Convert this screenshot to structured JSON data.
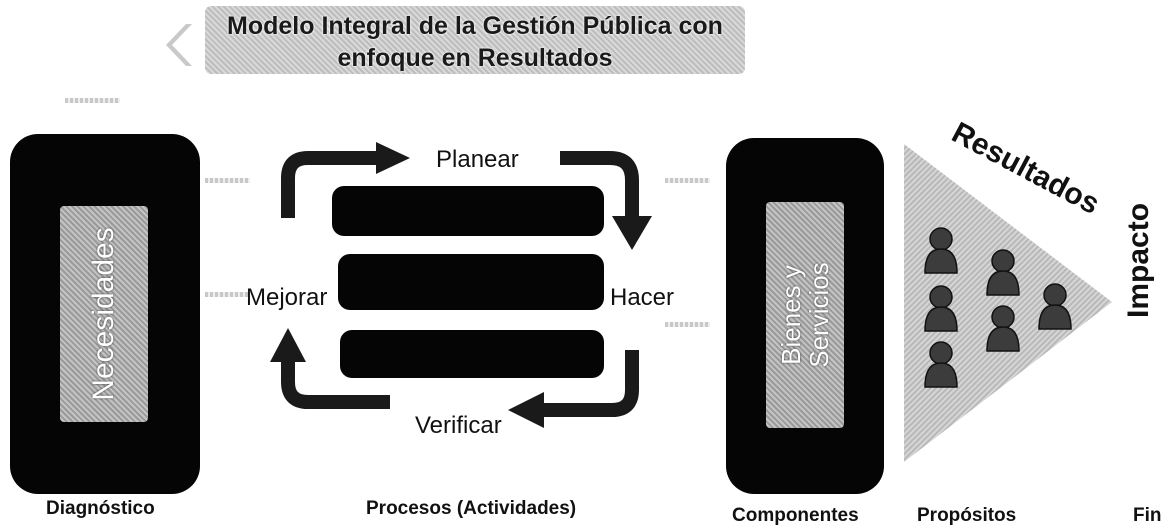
{
  "title": {
    "line1": "Modelo Integral de la Gestión Pública con",
    "line2": "enfoque en Resultados"
  },
  "diagnostico_box": {
    "inner_label": "Necesidades"
  },
  "process_cycle": {
    "planear": "Planear",
    "hacer": "Hacer",
    "verificar": "Verificar",
    "mejorar": "Mejorar"
  },
  "componentes_box": {
    "inner_line1": "Bienes y",
    "inner_line2": "Servicios"
  },
  "results": {
    "label": "Resultados",
    "impacto": "Impacto"
  },
  "bottom_labels": {
    "diagnostico": "Diagnóstico",
    "procesos": "Procesos (Actividades)",
    "componentes": "Componentes",
    "propositos": "Propósitos",
    "fin": "Fin"
  },
  "colors": {
    "box": "#050505",
    "arrow": "#1a1a1a",
    "texture": "#bdbdbd"
  }
}
